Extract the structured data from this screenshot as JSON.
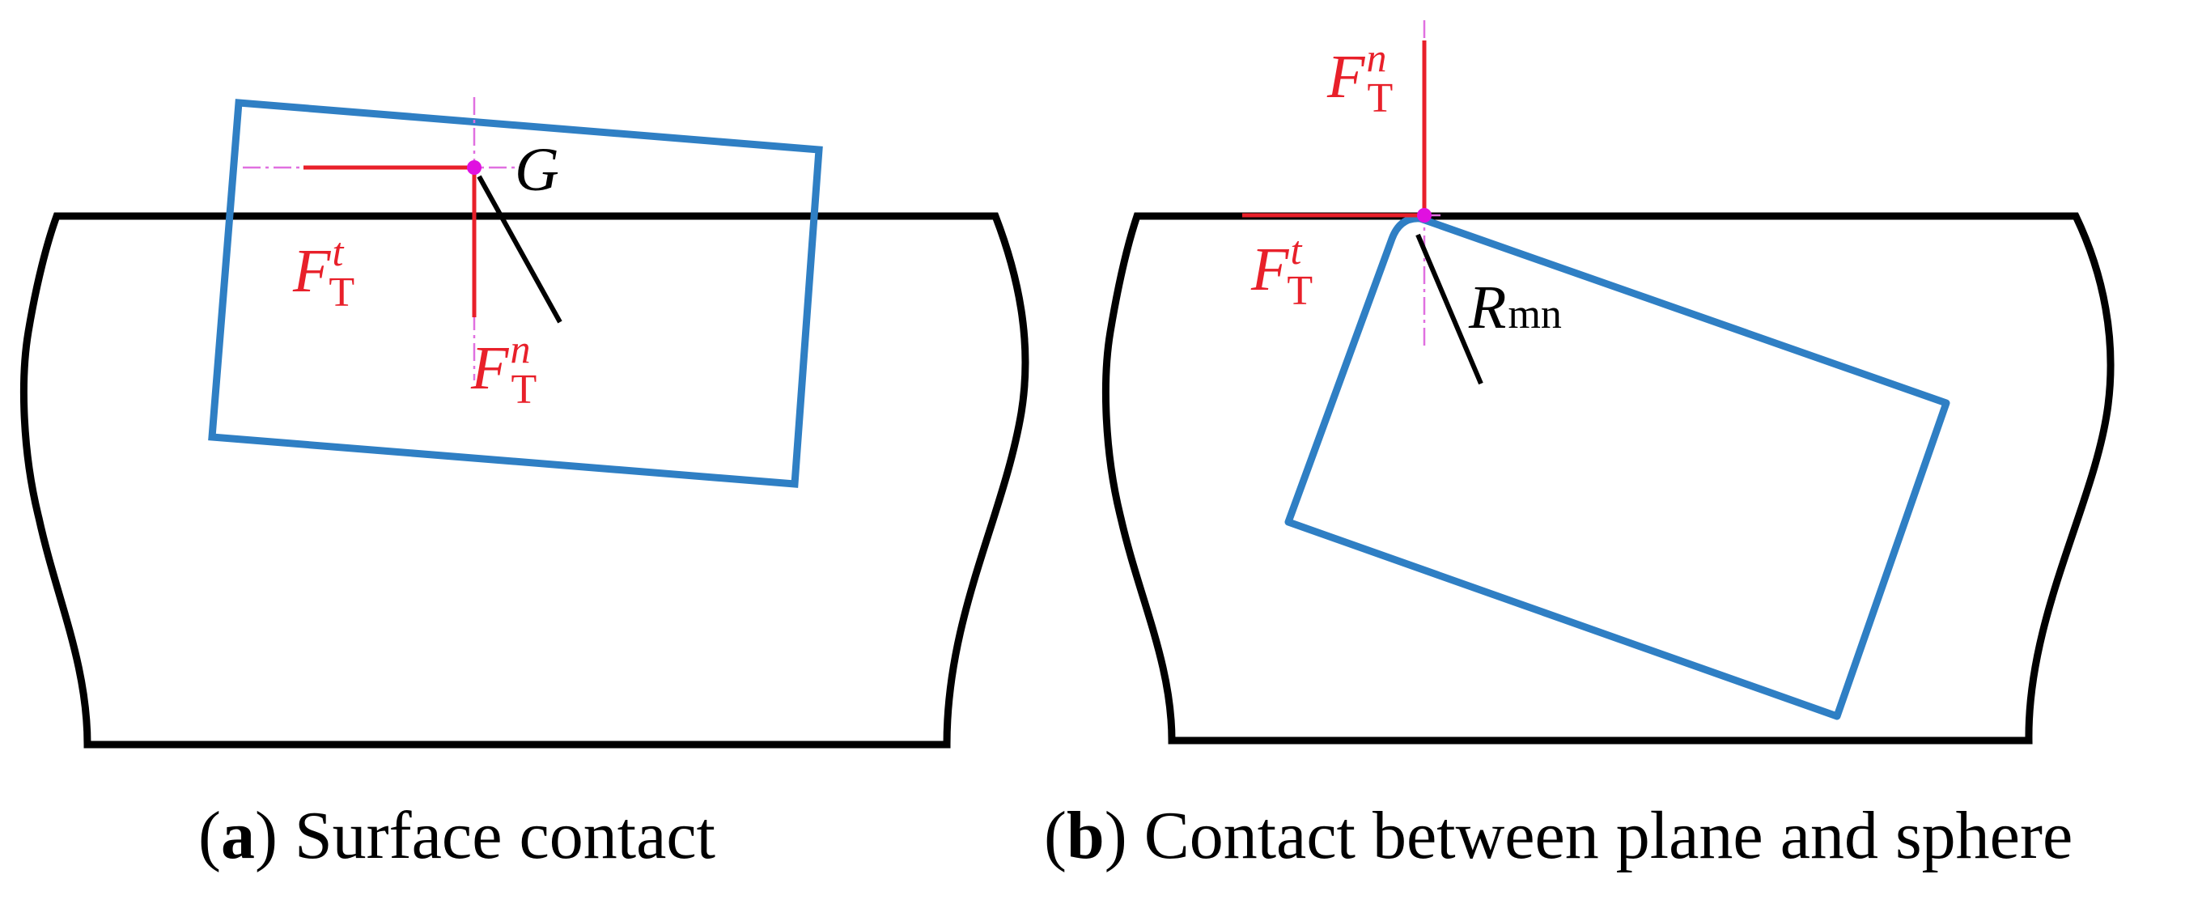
{
  "colors": {
    "outline": "#000000",
    "block": "#2f7fc4",
    "force": "#e8202a",
    "contact_point": "#e010e0",
    "guide": "#e070e0"
  },
  "panel_a": {
    "caption_letter": "a",
    "caption_text": " Surface contact",
    "point_label": "G",
    "force_t": {
      "base": "F",
      "sup": "t",
      "sub": "T"
    },
    "force_n": {
      "base": "F",
      "sup": "n",
      "sub": "T"
    }
  },
  "panel_b": {
    "caption_letter": "b",
    "caption_text": " Contact between plane and sphere",
    "radius_label": {
      "base": "R",
      "sub": "mn"
    },
    "force_t": {
      "base": "F",
      "sup": "t",
      "sub": "T"
    },
    "force_n": {
      "base": "F",
      "sup": "n",
      "sub": "T"
    }
  }
}
